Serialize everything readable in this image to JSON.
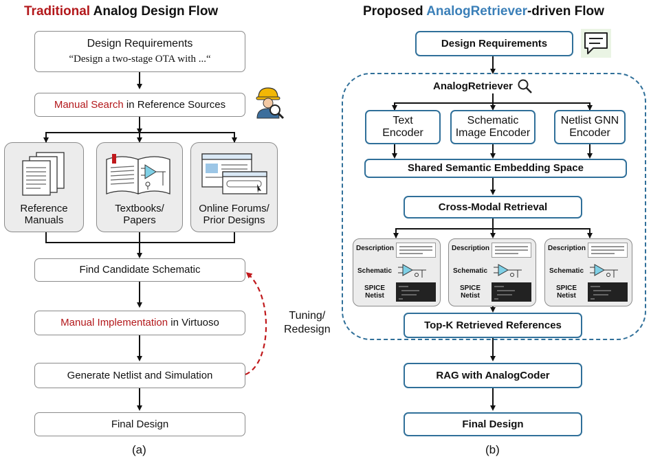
{
  "left": {
    "title_highlight": "Traditional",
    "title_rest": " Analog Design Flow",
    "req_title": "Design Requirements",
    "req_quote": "“Design a two-stage OTA with ...“",
    "search_highlight": "Manual Search",
    "search_rest": " in Reference Sources",
    "sources": [
      {
        "line1": "Reference",
        "line2": "Manuals"
      },
      {
        "line1": "Textbooks/",
        "line2": "Papers"
      },
      {
        "line1": "Online Forums/",
        "line2": "Prior Designs"
      }
    ],
    "find_candidate": "Find Candidate Schematic",
    "impl_highlight": "Manual Implementation",
    "impl_rest": " in Virtuoso",
    "generate": "Generate Netlist and Simulation",
    "final": "Final Design",
    "tuning_line1": "Tuning/",
    "tuning_line2": "Redesign",
    "caption": "(a)"
  },
  "right": {
    "title_prefix": "Proposed ",
    "title_highlight": "AnalogRetriever",
    "title_rest": "-driven Flow",
    "req": "Design Requirements",
    "retriever_label": "AnalogRetriever",
    "encoders": [
      {
        "line1": "Text",
        "line2": "Encoder"
      },
      {
        "line1": "Schematic",
        "line2": "Image Encoder"
      },
      {
        "line1": "Netlist GNN",
        "line2": "Encoder"
      }
    ],
    "shared_space": "Shared Semantic Embedding Space",
    "cross_modal": "Cross-Modal Retrieval",
    "ref_labels": {
      "description": "Description",
      "schematic": "Schematic",
      "spice1": "SPICE",
      "spice2": "Netist"
    },
    "topk": "Top-K Retrieved References",
    "rag": "RAG with AnalogCoder",
    "final": "Final Design",
    "caption": "(b)"
  },
  "colors": {
    "accent_red": "#b3181b",
    "accent_blue": "#3a7fb8",
    "box_border_blue": "#2f6f99"
  }
}
